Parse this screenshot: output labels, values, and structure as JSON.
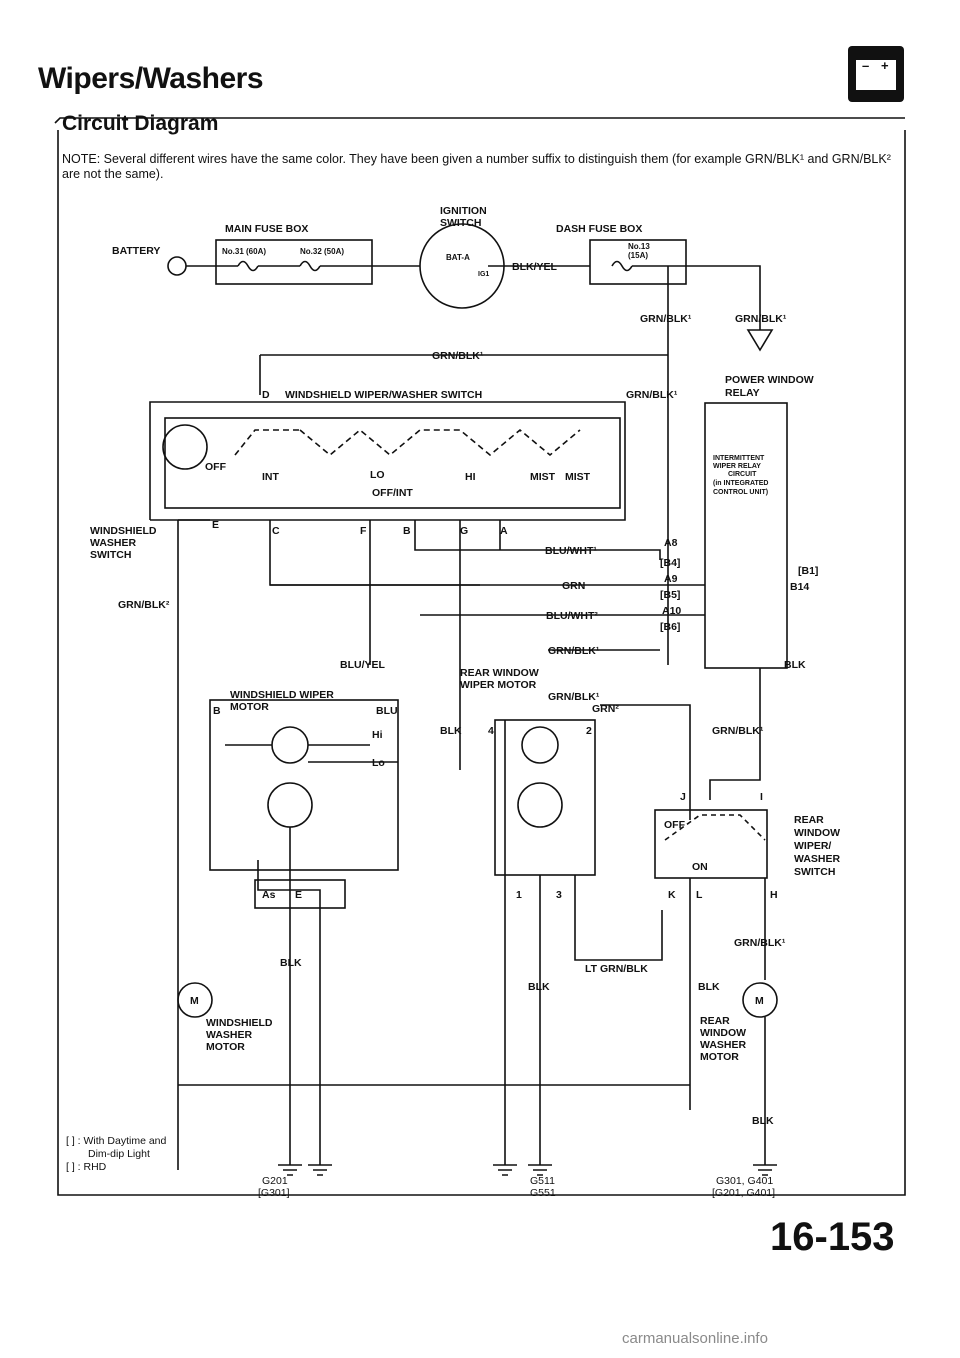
{
  "header": {
    "title": "Wipers/Washers",
    "section": "Circuit Diagram",
    "note": "NOTE: Several different wires have the same color. They have been given a number suffix to distinguish them (for example GRN/BLK¹ and GRN/BLK² are not the same).",
    "battery_badge": {
      "minus": "–",
      "plus": "+"
    }
  },
  "labels": {
    "battery": "BATTERY",
    "main_fuse_box": "MAIN FUSE BOX",
    "fuse_31": "No.31 (60A)",
    "fuse_32": "No.32 (50A)",
    "ignition_switch_1": "IGNITION",
    "ignition_switch_2": "SWITCH",
    "bat_a": "BAT-A",
    "ig1": "IG1",
    "dash_fuse_box": "DASH FUSE BOX",
    "fuse_13a": "No.13",
    "fuse_13b": "(15A)",
    "blk_yel": "BLK/YEL",
    "grn_blk1_a": "GRN/BLK¹",
    "grn_blk1_b": "GRN/BLK¹",
    "grn_blk1_c": "GRN/BLK¹",
    "grn_blk1_d": "GRN/BLK¹",
    "grn_blk1_e": "GRN/BLK¹",
    "grn_blk1_f": "GRN/BLK¹",
    "grn_blk1_g": "GRN/BLK¹",
    "grn_blk1_h": "GRN/BLK¹",
    "grn_blk2": "GRN/BLK²",
    "grn2": "GRN²",
    "power_window_relay_1": "POWER WINDOW",
    "power_window_relay_2": "RELAY",
    "ws_switch_title": "WINDSHIELD WIPER/WASHER SWITCH",
    "d": "D",
    "off": "OFF",
    "int": "INT",
    "lo": "LO",
    "hi": "HI",
    "off_int": "OFF/INT",
    "mist1": "MIST",
    "mist2": "MIST",
    "e": "E",
    "c": "C",
    "f": "F",
    "b": "B",
    "g": "G",
    "a": "A",
    "ws_washer_switch_1": "WINDSHIELD",
    "ws_washer_switch_2": "WASHER",
    "ws_washer_switch_3": "SWITCH",
    "int_relay_1": "INTERMITTENT",
    "int_relay_2": "WIPER RELAY",
    "int_relay_3": "CIRCUIT",
    "int_relay_4": "(in INTEGRATED",
    "int_relay_5": "CONTROL UNIT)",
    "blu_wht1": "BLU/WHT¹",
    "grn": "GRN",
    "blu_wht2": "BLU/WHT²",
    "a8": "A8",
    "b4": "[B4]",
    "a9": "A9",
    "b5": "[B5]",
    "a10": "A10",
    "b6": "[B6]",
    "b1": "[B1]",
    "b14": "B14",
    "blu_yel": "BLU/YEL",
    "ws_motor_1": "WINDSHIELD WIPER",
    "ws_motor_2": "MOTOR",
    "b_motor": "B",
    "blu": "BLU",
    "hi_m": "Hi",
    "lo_m": "Lo",
    "as": "As",
    "e2": "E",
    "rear_motor_1": "REAR WINDOW",
    "rear_motor_2": "WIPER MOTOR",
    "pin4": "4",
    "pin2": "2",
    "pin1": "1",
    "pin3": "3",
    "blk_1": "BLK",
    "blk_2": "BLK",
    "blk_3": "BLK",
    "blk_4": "BLK",
    "blk_5": "BLK",
    "blk_6": "BLK",
    "j": "J",
    "i": "I",
    "k": "K",
    "l": "L",
    "h": "H",
    "off2": "OFF",
    "on": "ON",
    "rear_switch_1": "REAR",
    "rear_switch_2": "WINDOW",
    "rear_switch_3": "WIPER/",
    "rear_switch_4": "WASHER",
    "rear_switch_5": "SWITCH",
    "lt_grn_blk": "LT GRN/BLK",
    "ws_wmotor_1": "WINDSHIELD",
    "ws_wmotor_2": "WASHER",
    "ws_wmotor_3": "MOTOR",
    "rw_wmotor_1": "REAR",
    "rw_wmotor_2": "WINDOW",
    "rw_wmotor_3": "WASHER",
    "rw_wmotor_4": "MOTOR",
    "m1": "M",
    "m2": "M",
    "legend_1": "[   ] : With Daytime and",
    "legend_2": "Dim-dip Light",
    "legend_3": "[   ] : RHD",
    "g201": "G201",
    "g301b": "[G301]",
    "g511": "G511",
    "g551": "G551",
    "g301_g401": "G301, G401",
    "g201_g401": "[G201, G401]"
  },
  "footer": {
    "page_number": "16-153",
    "watermark": "carmanualsonline.info"
  }
}
